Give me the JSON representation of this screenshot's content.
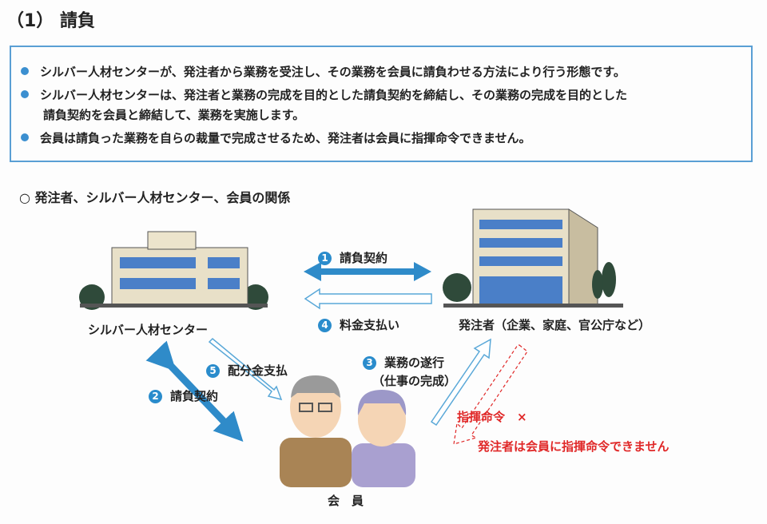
{
  "title": "（1） 請負",
  "summary": [
    "シルバー人材センターが、発注者から業務を受注し、その業務を会員に請負わせる方法により行う形態です。",
    "シルバー人材センターは、発注者と業務の完成を目的とした請負契約を締結し、その業務の完成を目的とした",
    "請負契約を会員と締結して、業務を実施します。",
    "会員は請負った業務を自らの裁量で完成させるため、発注者は会員に指揮命令できません。"
  ],
  "section_heading": "○ 発注者、シルバー人材センター、会員の関係",
  "diagram": {
    "center_label": "シルバー人材センター",
    "client_label": "発注者（企業、家庭、官公庁など）",
    "member_label": "会　員",
    "steps": [
      {
        "num": "1",
        "label": "請負契約"
      },
      {
        "num": "2",
        "label": "請負契約"
      },
      {
        "num": "3",
        "label": "業務の遂行",
        "sub": "（仕事の完成）"
      },
      {
        "num": "4",
        "label": "料金支払い"
      },
      {
        "num": "5",
        "label": "配分金支払"
      }
    ],
    "no_command_label": "指揮命令　×",
    "no_command_note": "発注者は会員に指揮命令できません"
  },
  "colors": {
    "accent": "#2a8ccc",
    "warning": "#e02828",
    "box_border": "#5a9fd4"
  }
}
